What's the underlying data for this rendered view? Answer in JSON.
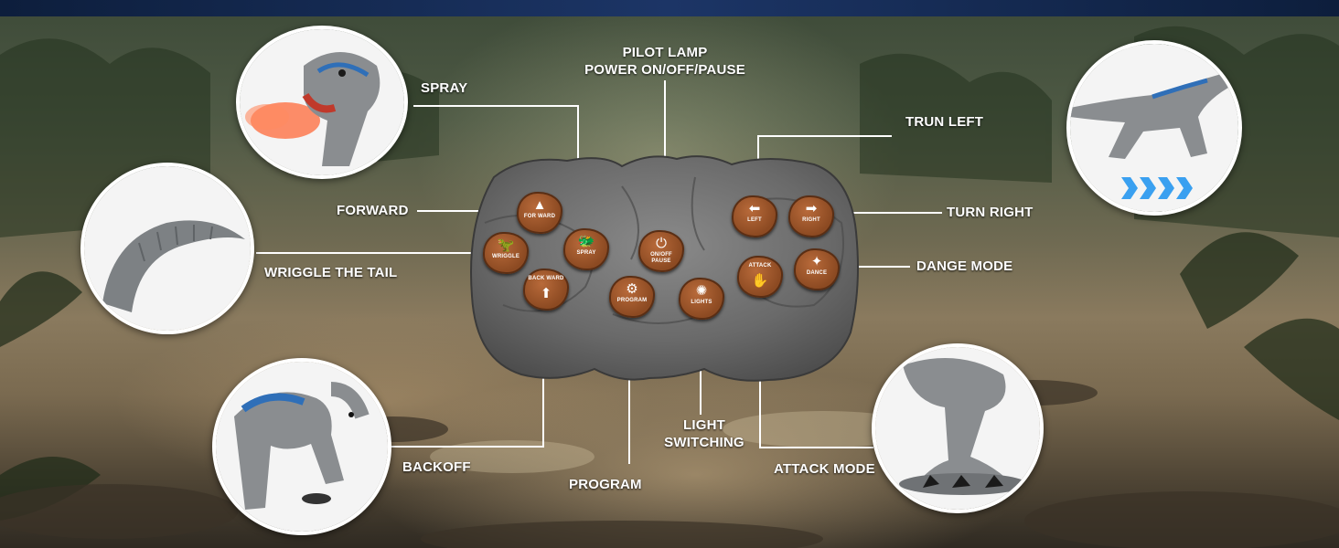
{
  "labels": {
    "spray": "SPRAY",
    "pilot_lamp_line1": "PILOT LAMP",
    "pilot_lamp_line2": "POWER ON/OFF/PAUSE",
    "trun_left": "TRUN LEFT",
    "forward": "FORWARD",
    "turn_right": "TURN RIGHT",
    "wriggle_tail": "WRIGGLE THE TAIL",
    "dange_mode": "DANGE MODE",
    "light_line1": "LIGHT",
    "light_line2": "SWITCHING",
    "backoff": "BACKOFF",
    "attack_mode": "ATTACK MODE",
    "program": "PROGRAM"
  },
  "buttons": {
    "forward": {
      "text": "FOR WARD",
      "icon": "footprint-icon"
    },
    "wriggle": {
      "text": "WRIGGLE",
      "icon": "dino-icon"
    },
    "back": {
      "text": "BACK WARD",
      "icon": "arrow-up-icon"
    },
    "spray": {
      "text": "SPRAY",
      "icon": "dino-head-icon"
    },
    "power": {
      "text": "ON/OFF PAUSE",
      "icon": "power-icon"
    },
    "program": {
      "text": "PROGRAM",
      "icon": "gear-icon"
    },
    "light": {
      "text": "LIGHTS",
      "icon": "bulb-icon"
    },
    "left": {
      "text": "LEFT",
      "icon": "arrow-left-icon"
    },
    "right": {
      "text": "RIGHT",
      "icon": "arrow-right-icon"
    },
    "attack": {
      "text": "ATTACK",
      "icon": "claw-icon"
    },
    "dance": {
      "text": "DANCE",
      "icon": "dance-icon"
    }
  },
  "colors": {
    "button_brown": "#9a5228",
    "controller_gray": "#6b6b6b",
    "line_white": "#ffffff",
    "dino_blue": "#2f6fb8"
  }
}
